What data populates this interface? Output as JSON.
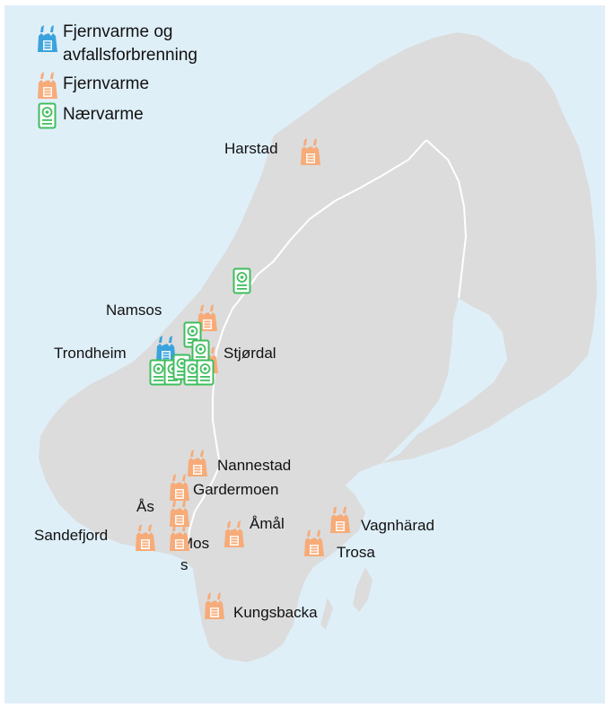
{
  "colors": {
    "water": "#dfeff8",
    "land": "#dcdcdc",
    "border": "#ffffff",
    "district_heating_waste": "#3aa3dd",
    "district_heating": "#f7ab78",
    "local_heating": "#3fbe5e"
  },
  "legend": [
    {
      "icon": "factory-icon",
      "color": "#3aa3dd",
      "label_line1": "Fjernvarme og",
      "label_line2": "avfallsforbrenning"
    },
    {
      "icon": "factory-icon",
      "color": "#f7ab78",
      "label_line1": "Fjernvarme",
      "label_line2": ""
    },
    {
      "icon": "heat-unit-icon",
      "color": "#3fbe5e",
      "label_line1": "Nærvarme",
      "label_line2": ""
    }
  ],
  "cities": {
    "harstad": "Harstad",
    "namsos": "Namsos",
    "trondheim": "Trondheim",
    "stjordal": "Stjørdal",
    "nannestad": "Nannestad",
    "gardermoen": "Gardermoen",
    "as": "Ås",
    "sandefjord": "Sandefjord",
    "mos_line1": "Mos",
    "mos_line2": "s",
    "amal": "Åmål",
    "vagnharad": "Vagnhärad",
    "trosa": "Trosa",
    "kungsbacka": "Kungsbacka"
  }
}
